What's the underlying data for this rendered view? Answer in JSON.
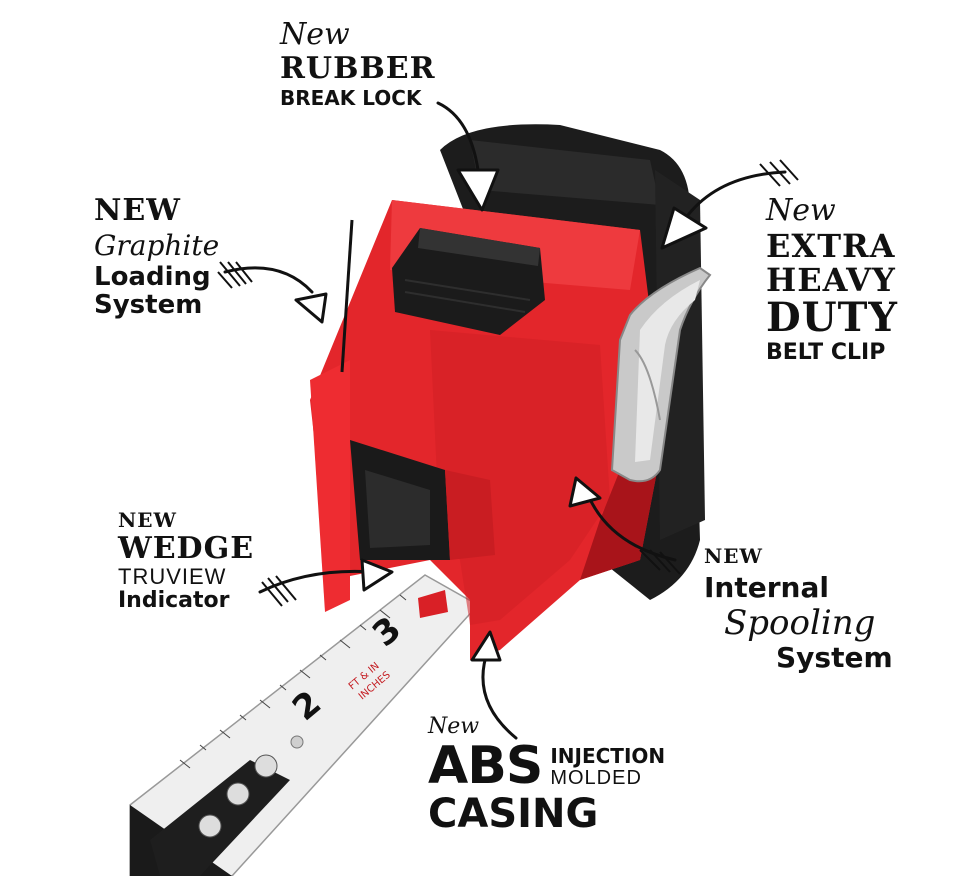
{
  "colors": {
    "body_red": "#e3262b",
    "dark_red": "#a8141a",
    "rubber": "#1b1b1b",
    "clip_silver": "#c9c9c9",
    "tape": "#eeeeee"
  },
  "labels": {
    "rubber": {
      "script": "New",
      "line1": "RUBBER",
      "line2": "BREAK LOCK"
    },
    "graphite": {
      "line1": "NEW",
      "script": "Graphite",
      "line2": "Loading",
      "line3": "System"
    },
    "beltclip": {
      "script": "New",
      "line1": "EXTRA",
      "line2": "HEAVY",
      "line3": "DUTY",
      "line4": "BELT CLIP"
    },
    "wedge": {
      "line1": "NEW",
      "line2": "WEDGE",
      "line3": "TRUVIEW",
      "line4": "Indicator"
    },
    "spooling": {
      "line1": "NEW",
      "line2": "Internal",
      "script": "Spooling",
      "line3": "System"
    },
    "abs": {
      "script": "New",
      "big": "ABS",
      "side1": "INJECTION",
      "side2": "MOLDED",
      "line2": "CASING"
    }
  },
  "tape_marks": {
    "num_3": "3",
    "num_2": "2",
    "units": "FT & IN",
    "units2": "INCHES"
  }
}
